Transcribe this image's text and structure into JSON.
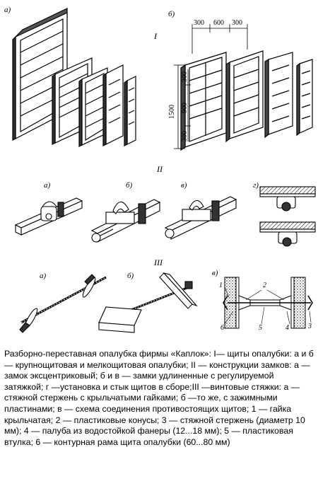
{
  "labels": {
    "section_1": "I",
    "section_2": "II",
    "section_3": "III",
    "s1_a": "а)",
    "s1_b": "б)",
    "s2_a": "а)",
    "s2_b": "б)",
    "s2_v": "в)",
    "s2_g": "г)",
    "s3_a": "а)",
    "s3_b": "б)",
    "s3_v": "в)"
  },
  "dimensions": {
    "top_300_left": "300",
    "top_600": "600",
    "top_300_right": "300",
    "height_total": "1500",
    "height_300_top": "300",
    "height_900": "900",
    "height_300_bottom": "300"
  },
  "callouts": {
    "n1": "1",
    "n2": "2",
    "n3": "3",
    "n4": "4",
    "n5": "5",
    "n6": "6"
  },
  "caption": "Разборно-переставная опалубка фирмы «Каплок»: I— щиты опалубки: а и б — крупнощитовая и мелкощитовая опалубки; II — конструкции замков: а — замок эксцентриковый; б и в — замки удлиненные с регулируемой затяжкой; г —установка и стык щитов в сборе;III —винтовые стяжки: а — стяжной стержень с крыльчатыми гайками; б —то же, с зажимными пластинами; в — схема соединения противостоящих щитов; 1 — гайка крыльчатая; 2 — пластиковые конусы; 3 — стяжной стержень (диаметр 10 мм); 4 — палуба из водостойкой фанеры (12...18 мм); 5 — пластиковая втулка; 6 — контурная рама щита опалубки (60...80 мм)"
}
